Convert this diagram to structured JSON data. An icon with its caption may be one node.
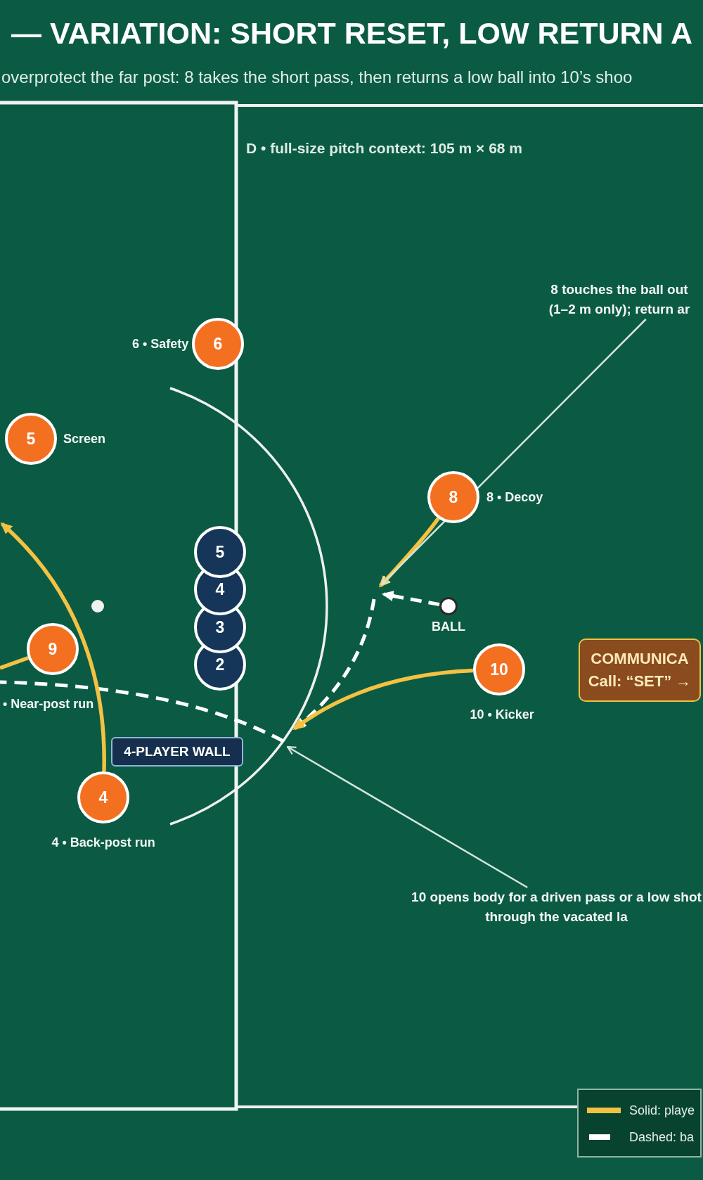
{
  "diagram": {
    "title": "— VARIATION: SHORT RESET, LOW RETURN A",
    "nodes": [
      {
        "text": [
          "8 touches the ball out (1–2 m only); return ar"
        ]
      },
      {
        "text": [
          "6"
        ],
        "beside": [
          "6 • Safety"
        ]
      },
      {
        "text": [
          "5"
        ],
        "beside": [
          "Screen"
        ]
      },
      {
        "text": [
          "8"
        ],
        "beside": [
          "8 • Decoy"
        ]
      },
      {
        "text": [
          "5"
        ]
      },
      {
        "text": [
          "4"
        ]
      },
      {
        "text": [],
        "shape": "circle",
        "beside": [
          "BALL"
        ]
      },
      {
        "text": [
          "3"
        ]
      },
      {
        "text": [
          "9"
        ],
        "beside": [
          "• Near-post run"
        ]
      },
      {
        "text": [
          "COMMUNICA",
          "Call: “SET” →"
        ]
      },
      {
        "text": [
          "2"
        ]
      },
      {
        "text": [
          "10"
        ],
        "beside": [
          "10 • Kicker"
        ]
      },
      {
        "text": [
          "4-PLAYER WALL"
        ]
      },
      {
        "text": [
          "4"
        ],
        "beside": [
          "4 • Back-post run"
        ]
      },
      {
        "text": [
          "10 opens body for a driven pass or a low shot through the vacated la"
        ]
      }
    ],
    "edges": [
      {
        "from": 3,
        "to": null,
        "arrow": "to"
      },
      {
        "from": 6,
        "to": null,
        "arrow": "to",
        "style": "dashed",
        "color": "#ffffff"
      },
      {
        "from": 11,
        "to": null,
        "arrow": "to"
      },
      {
        "from": 8,
        "to": null,
        "arrow": "none"
      },
      {
        "from": 13,
        "to": null,
        "arrow": "to"
      },
      {
        "from": 0,
        "to": null,
        "arrow": "to",
        "color": "#d5e6dc"
      },
      {
        "from": 14,
        "to": null,
        "arrow": "to",
        "color": "#d5e6dc"
      }
    ],
    "labels": [
      "overprotect the far post: 8 takes the short pass, then returns a low ball into 10’s shoo",
      "D • full-size pitch context: 105 m × 68 m"
    ],
    "legend": [
      {
        "text": "Solid: playe",
        "color": "#f4c242"
      },
      {
        "text": "Dashed: ba",
        "color": "#ffffff"
      }
    ]
  }
}
